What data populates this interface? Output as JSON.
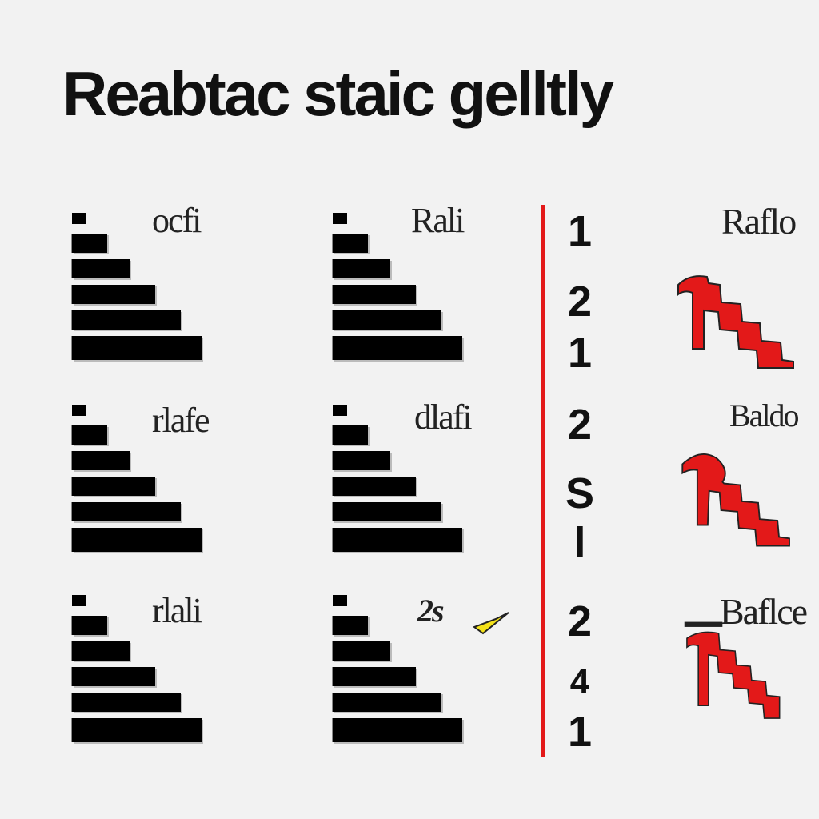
{
  "title": "Reabtac staic gelltly",
  "accent_red": "#e31919",
  "grid": {
    "left_labels": [
      "ocfi",
      "rlafe",
      "rlali"
    ],
    "mid_labels": [
      "Rali",
      "dlafi",
      "2s"
    ],
    "numbers": [
      "1",
      "2",
      "1",
      "2",
      "S",
      "l",
      "2",
      "4",
      "1"
    ],
    "red_labels": [
      "Raflo",
      "Baldo",
      "Baflce"
    ]
  }
}
